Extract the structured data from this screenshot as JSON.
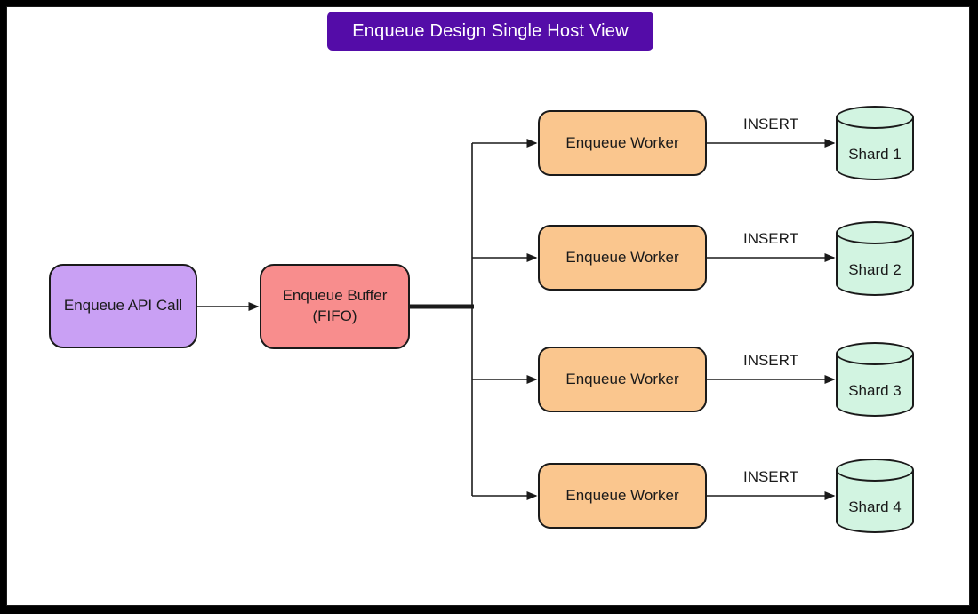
{
  "title": "Enqueue Design Single Host View",
  "api_call": {
    "label": "Enqueue API Call"
  },
  "buffer": {
    "line1": "Enqueue Buffer",
    "line2": "(FIFO)"
  },
  "rows": [
    {
      "worker": "Enqueue Worker",
      "edge_label": "INSERT",
      "shard": "Shard 1"
    },
    {
      "worker": "Enqueue Worker",
      "edge_label": "INSERT",
      "shard": "Shard 2"
    },
    {
      "worker": "Enqueue Worker",
      "edge_label": "INSERT",
      "shard": "Shard 3"
    },
    {
      "worker": "Enqueue Worker",
      "edge_label": "INSERT",
      "shard": "Shard 4"
    }
  ],
  "colors": {
    "title_bg": "#540CA8",
    "title_text": "#FFFFFF",
    "api_fill": "#C9A0F4",
    "buffer_fill": "#F88D8D",
    "worker_fill": "#FAC68E",
    "shard_fill": "#D2F4E1",
    "stroke": "#1A1A1A",
    "page_bg": "#FFFFFF",
    "frame": "#000000"
  }
}
